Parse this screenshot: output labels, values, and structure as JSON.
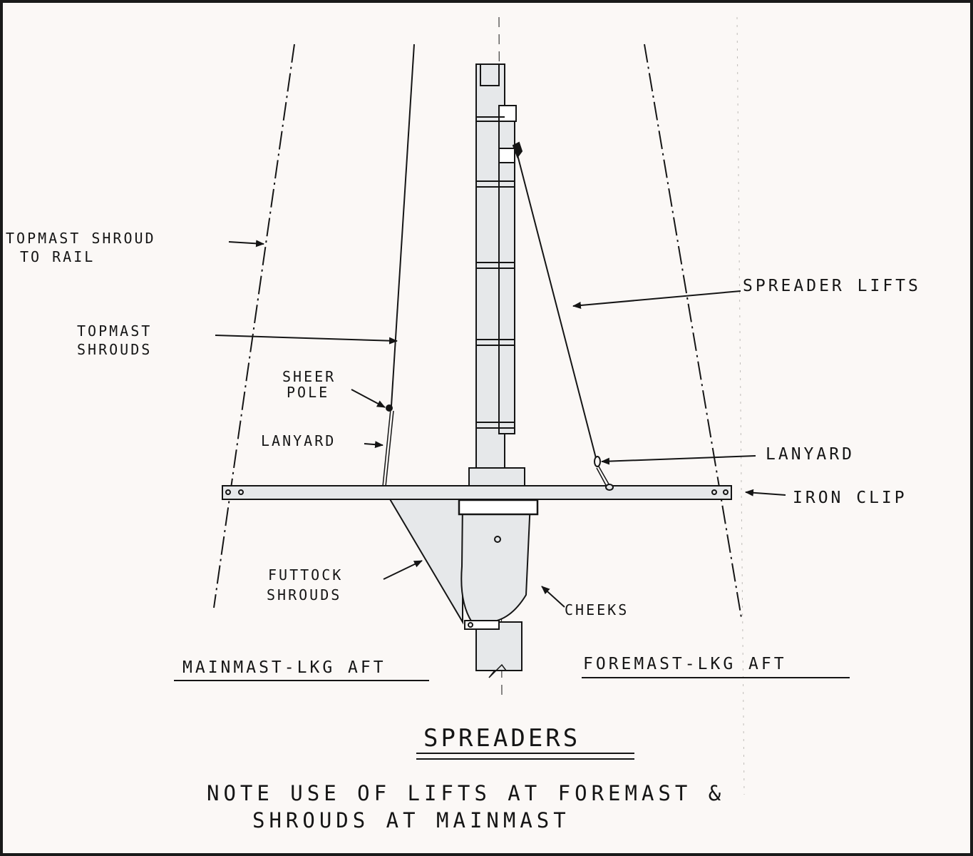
{
  "labels": {
    "topmast_shroud_to_rail_1": "TOPMAST SHROUD",
    "topmast_shroud_to_rail_2": "TO RAIL",
    "topmast_shrouds_1": "TOPMAST",
    "topmast_shrouds_2": "SHROUDS",
    "sheer_pole_1": "SHEER",
    "sheer_pole_2": "POLE",
    "lanyard_left": "LANYARD",
    "spreader_lifts": "SPREADER LIFTS",
    "lanyard_right": "LANYARD",
    "iron_clip": "IRON CLIP",
    "futtock_shrouds_1": "FUTTOCK",
    "futtock_shrouds_2": "SHROUDS",
    "cheeks": "CHEEKS",
    "mainmast_view": "MAINMAST-LKG AFT",
    "foremast_view": "FOREMAST-LKG AFT"
  },
  "title": "SPREADERS",
  "note": {
    "line1": "NOTE USE OF LIFTS AT FOREMAST &",
    "line2": "SHROUDS AT MAINMAST"
  },
  "colors": {
    "ink": "#151515",
    "paper": "#fbf8f6",
    "fill": "#e6e8ea",
    "frame": "#1a1a1a"
  }
}
